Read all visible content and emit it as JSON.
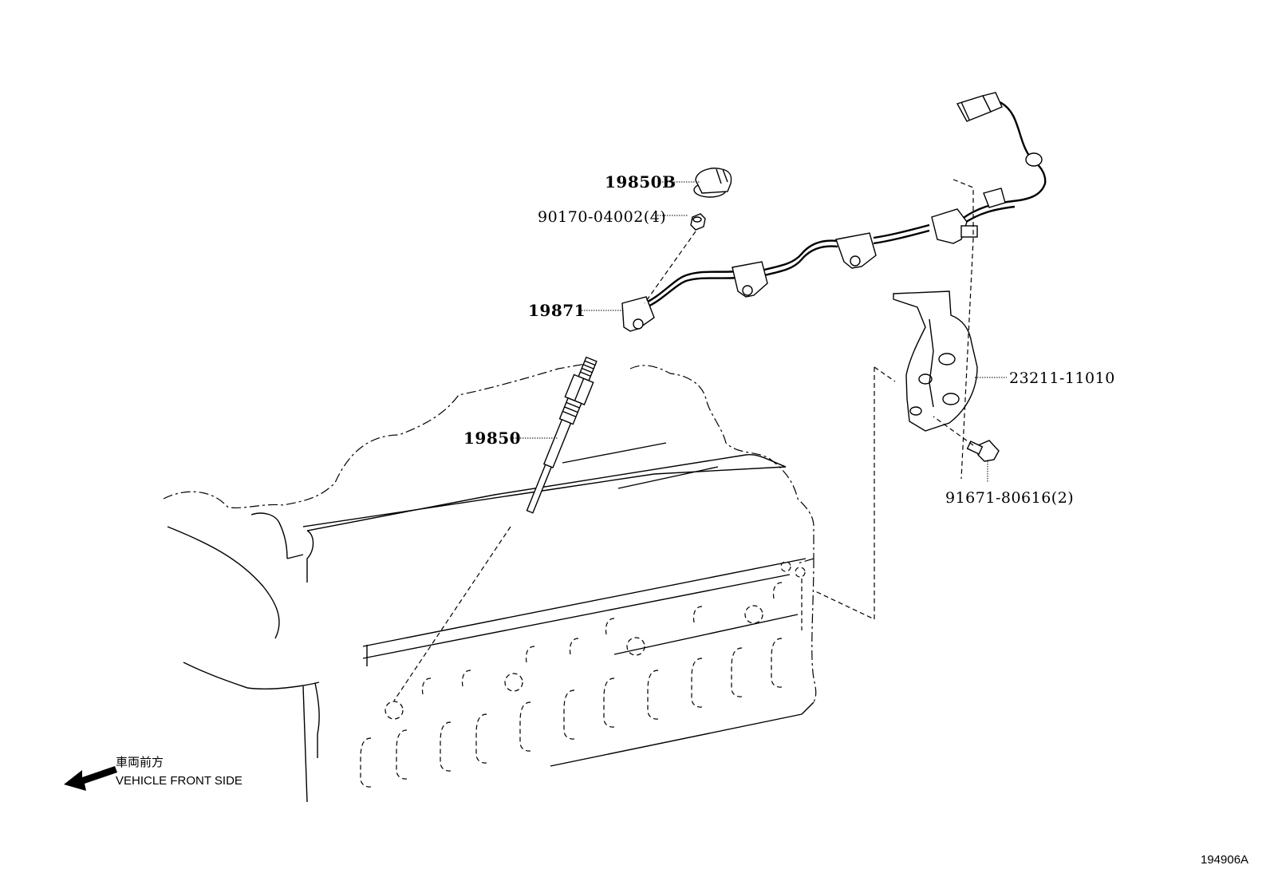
{
  "parts": [
    {
      "id": "glow-plug-connector",
      "number": "19850B"
    },
    {
      "id": "nut",
      "number": "90170-04002(4)"
    },
    {
      "id": "glow-plug-connector-wire",
      "number": "19871"
    },
    {
      "id": "glow-plug",
      "number": "19850"
    },
    {
      "id": "bracket",
      "number": "23211-11010"
    },
    {
      "id": "bolt",
      "number": "91671-80616(2)"
    }
  ],
  "direction_note": {
    "japanese": "車両前方",
    "english": "VEHICLE FRONT SIDE"
  },
  "illustration_id": "194906A"
}
